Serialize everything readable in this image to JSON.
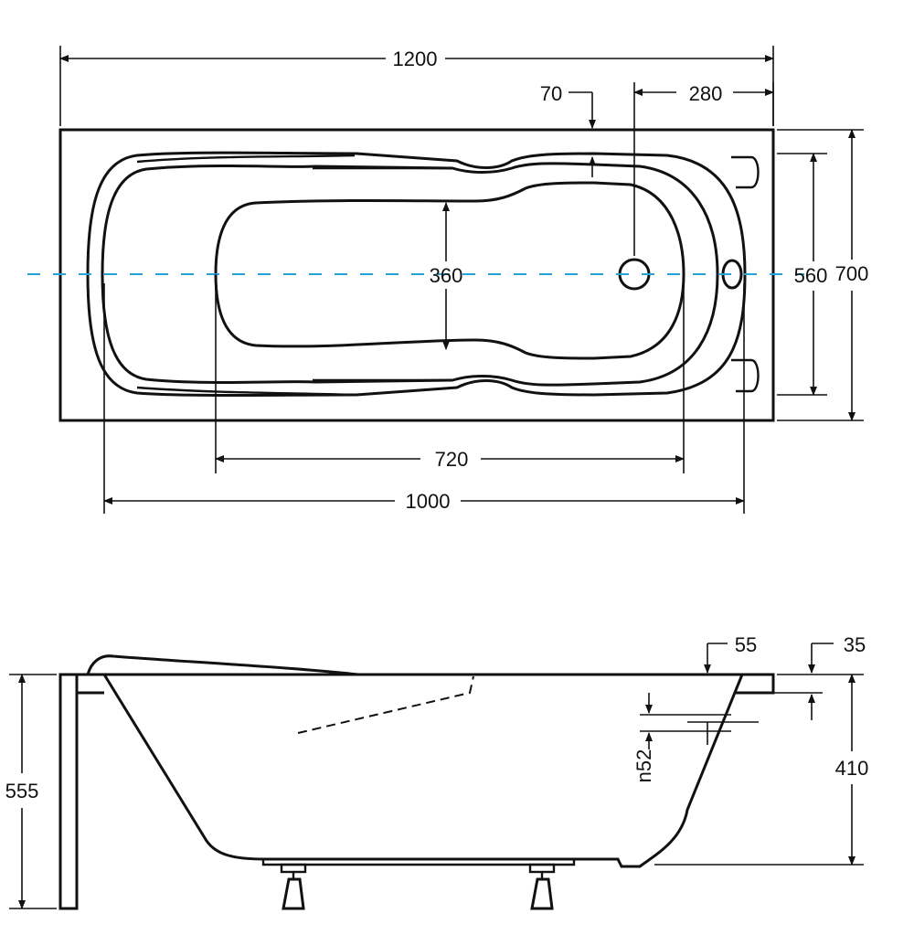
{
  "top_view": {
    "overall_length": "1200",
    "overall_width": "700",
    "inner_width": "560",
    "bottom_width": "360",
    "bottom_length": "720",
    "inner_length": "1000",
    "drain_offset_end": "280",
    "rim_offset": "70"
  },
  "side_view": {
    "total_height": "555",
    "inner_depth": "410",
    "overflow_offset": "55",
    "rim_thickness": "35",
    "overflow_label": "n52"
  },
  "colors": {
    "line": "#111111",
    "centerline": "#29a3d6",
    "background": "#ffffff"
  }
}
